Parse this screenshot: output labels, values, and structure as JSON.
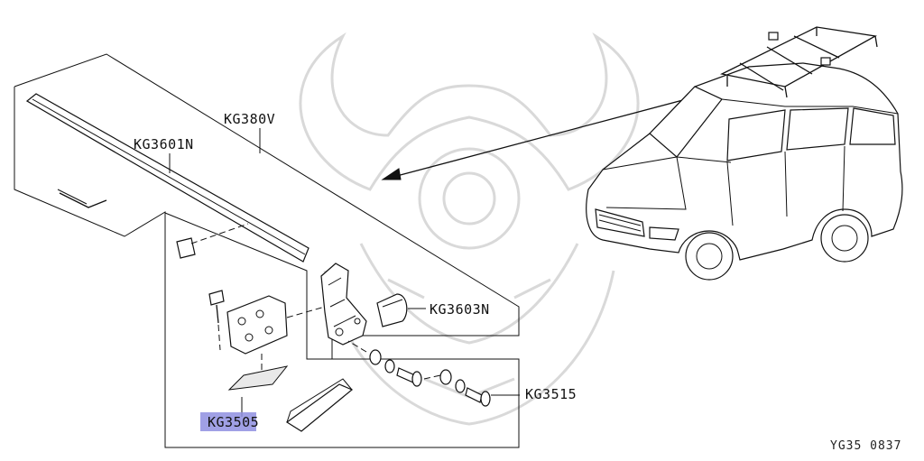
{
  "diagram": {
    "labels": {
      "roof_rail_assembly": "KG380V",
      "rail_strip": "KG3601N",
      "end_cap": "KG3603N",
      "fastener_set": "KG3515",
      "cover_plate": "KG3505"
    },
    "figure_code": "YG35  0837",
    "colors": {
      "line": "#111111",
      "highlight": "#8f8fe0",
      "watermark": "#d9d9d9"
    },
    "icons": {
      "watermark": "samurai-helmet-watermark-icon",
      "vehicle": "station-wagon-icon"
    }
  }
}
